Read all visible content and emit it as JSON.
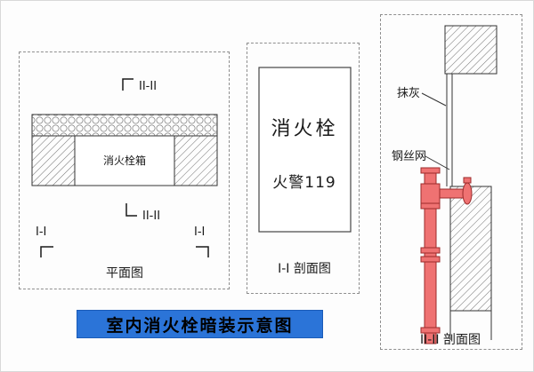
{
  "title_banner": "室内消火栓暗装示意图",
  "plan": {
    "caption": "平面图",
    "box_label": "消火栓箱",
    "marker_top": "II-II",
    "marker_bottom": "II-II",
    "marker_left": "I-I",
    "marker_right": "I-I"
  },
  "section1": {
    "caption": "I-I 剖面图",
    "hydrant_text": "消火栓",
    "alarm_text": "火警119"
  },
  "section2": {
    "caption": "II-II 剖面图",
    "label_plaster": "抹灰",
    "label_mesh": "钢丝网"
  },
  "colors": {
    "pipe_fill": "#ef7272",
    "pipe_stroke": "#9c2b2b",
    "banner_bg": "#2b74d8"
  }
}
